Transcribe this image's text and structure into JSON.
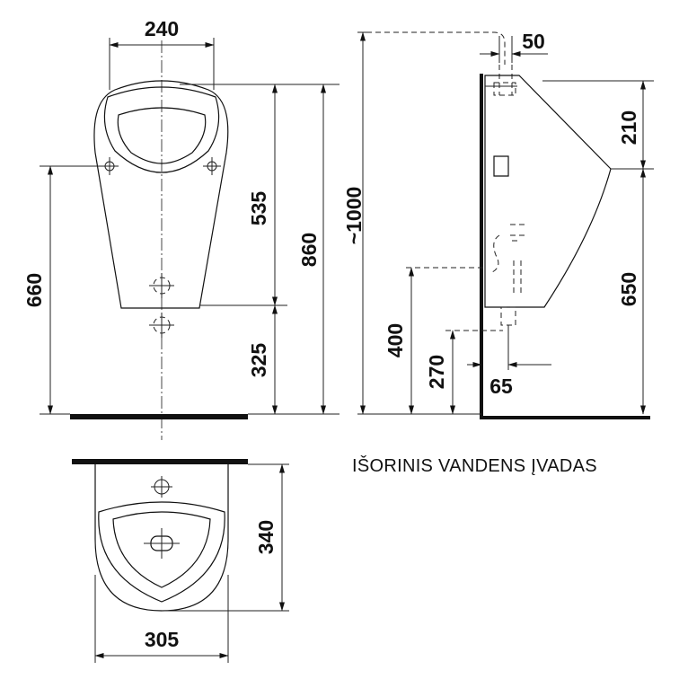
{
  "caption": "IŠORINIS VANDENS ĮVADAS",
  "dimensions": {
    "front_width": "240",
    "front_inlet_height": "535",
    "front_total_height": "860",
    "front_fix_height": "660",
    "front_outlet_height": "325",
    "side_total": "~1000",
    "side_inlet_offset": "50",
    "side_top_depth": "210",
    "side_rim_height": "650",
    "side_pipe_400": "400",
    "side_pipe_270": "270",
    "side_outlet_offset": "65",
    "top_depth": "340",
    "top_width": "305"
  }
}
